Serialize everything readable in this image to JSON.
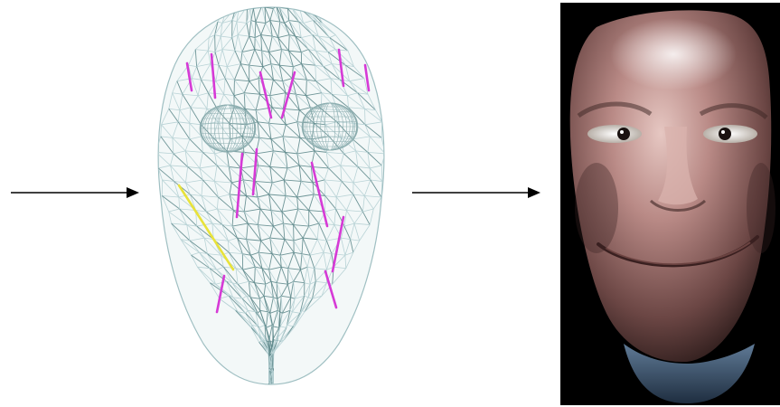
{
  "figure": {
    "arrows": [
      {
        "name": "input-arrow",
        "direction": "right"
      },
      {
        "name": "output-arrow",
        "direction": "right"
      }
    ],
    "panels": [
      {
        "name": "wireframe-face-mesh",
        "description_visible": false
      },
      {
        "name": "rendered-face",
        "description_visible": false
      }
    ],
    "colors": {
      "arrow": "#000000",
      "mesh": "#5f8a8c",
      "mesh_light": "#b9d3d6",
      "muscle_primary": "#d63ad6",
      "muscle_zygomatic": "#e8e23a",
      "render_background": "#000000",
      "skin_base": "#b98a86",
      "shirt": "#3e5a78"
    }
  }
}
